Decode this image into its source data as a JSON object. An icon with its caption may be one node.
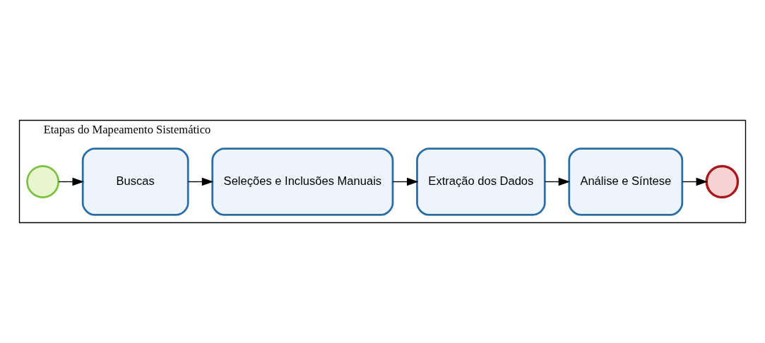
{
  "diagram": {
    "nodes": [
      {
        "text": [
          "Etapas do Mapeamento Sistemático"
        ]
      },
      {
        "text": [],
        "shape": "circle",
        "in": 0
      },
      {
        "text": [
          "Buscas"
        ],
        "in": 0
      },
      {
        "text": [
          "Seleções e Inclusões Manuais"
        ],
        "in": 0
      },
      {
        "text": [
          "Extração dos Dados"
        ],
        "in": 0
      },
      {
        "text": [
          "Análise e Síntese"
        ],
        "in": 0
      },
      {
        "text": [],
        "shape": "circle",
        "in": 0
      }
    ],
    "edges": [
      {
        "from": 1,
        "to": 2,
        "arrow": "to"
      },
      {
        "from": 2,
        "to": 3,
        "arrow": "to"
      },
      {
        "from": 3,
        "to": 4,
        "arrow": "to"
      },
      {
        "from": 4,
        "to": 5,
        "arrow": "to"
      },
      {
        "from": 5,
        "to": 6,
        "arrow": "to"
      }
    ]
  }
}
